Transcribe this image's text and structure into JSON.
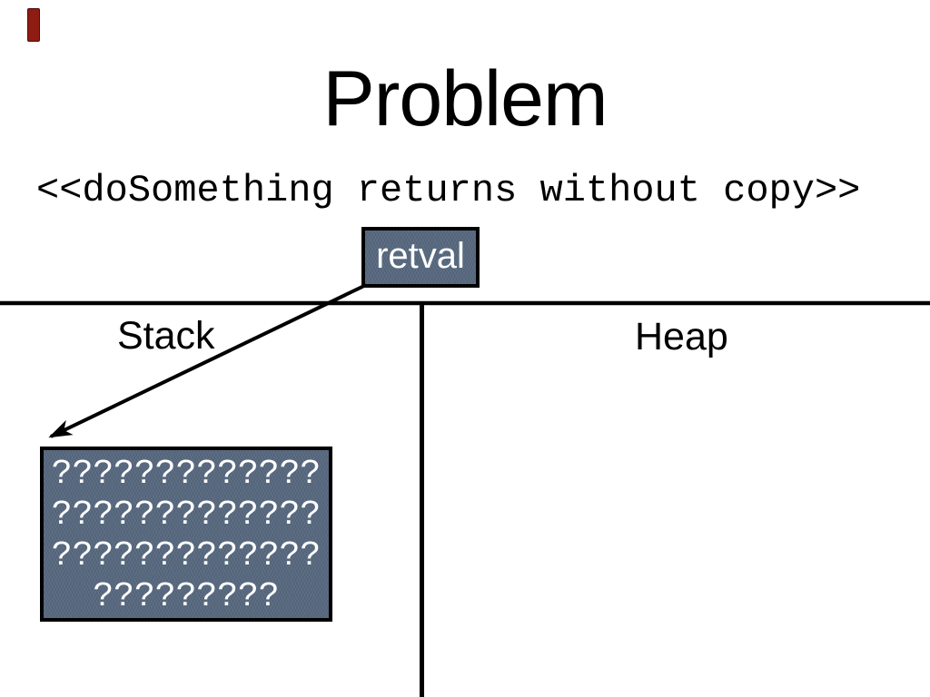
{
  "slide": {
    "title": "Problem",
    "annotation": "<<doSomething returns without copy>>",
    "retval": {
      "label": "retval"
    },
    "regions": {
      "stack_label": "Stack",
      "heap_label": "Heap"
    },
    "memory_box": {
      "rows": [
        "?????????????",
        "?????????????",
        "?????????????",
        "?????????"
      ]
    },
    "colors": {
      "background": "#ffffff",
      "text": "#000000",
      "line": "#000000",
      "box_fill": "#58697f",
      "box_border": "#000000",
      "box_text": "#ffffff",
      "accent_red": "#8e1c12"
    }
  }
}
